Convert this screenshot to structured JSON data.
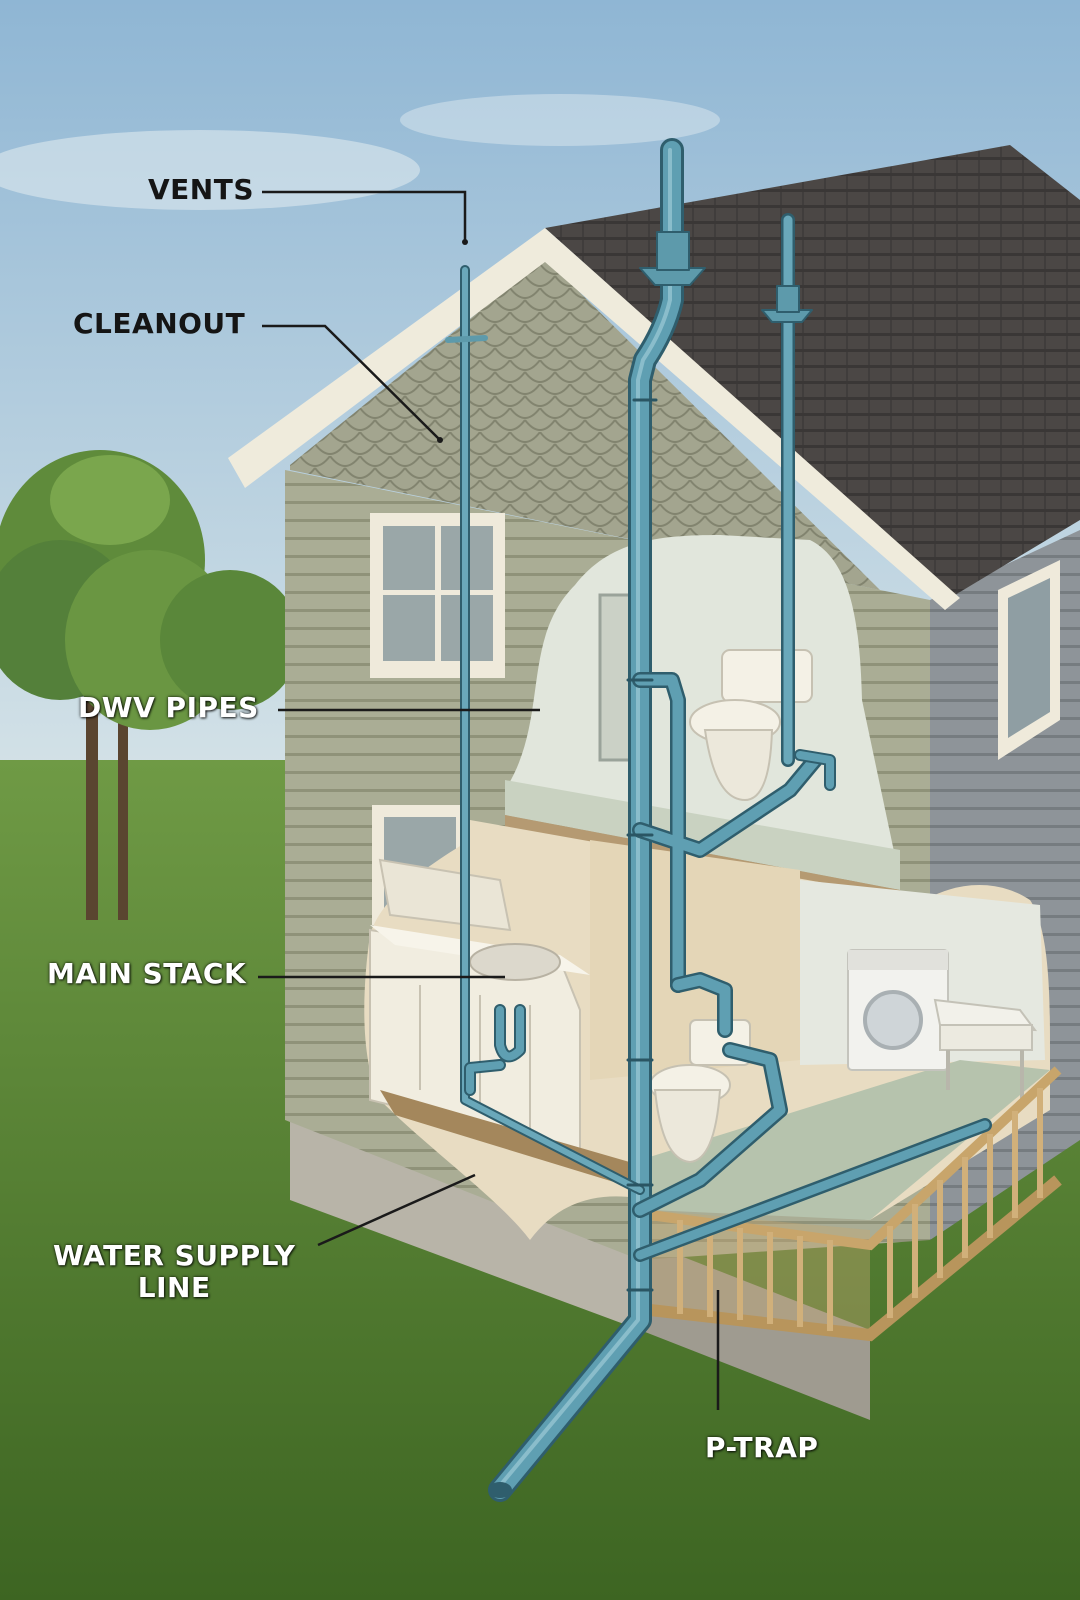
{
  "labels": {
    "vents": "VENTS",
    "cleanout": "CLEANOUT",
    "dwv_pipes": "DWV PIPES",
    "main_stack": "MAIN STACK",
    "water_supply_line": "WATER SUPPLY\nLINE",
    "p_trap": "P-TRAP"
  },
  "colors": {
    "sky_top": "#8fb6d4",
    "sky_bottom": "#cfe0ea",
    "grass": "#4f7a2e",
    "siding": "#a8ab92",
    "roof": "#4a4644",
    "trim": "#f2eedf",
    "pipe": "#4e8fa3",
    "interior_wall": "#e6e9df",
    "floor": "#bfc9b6"
  },
  "icons": [
    "house-cutaway",
    "toilet-icon",
    "sink-icon",
    "washing-machine-icon",
    "utility-sink-icon",
    "tree-icon"
  ]
}
